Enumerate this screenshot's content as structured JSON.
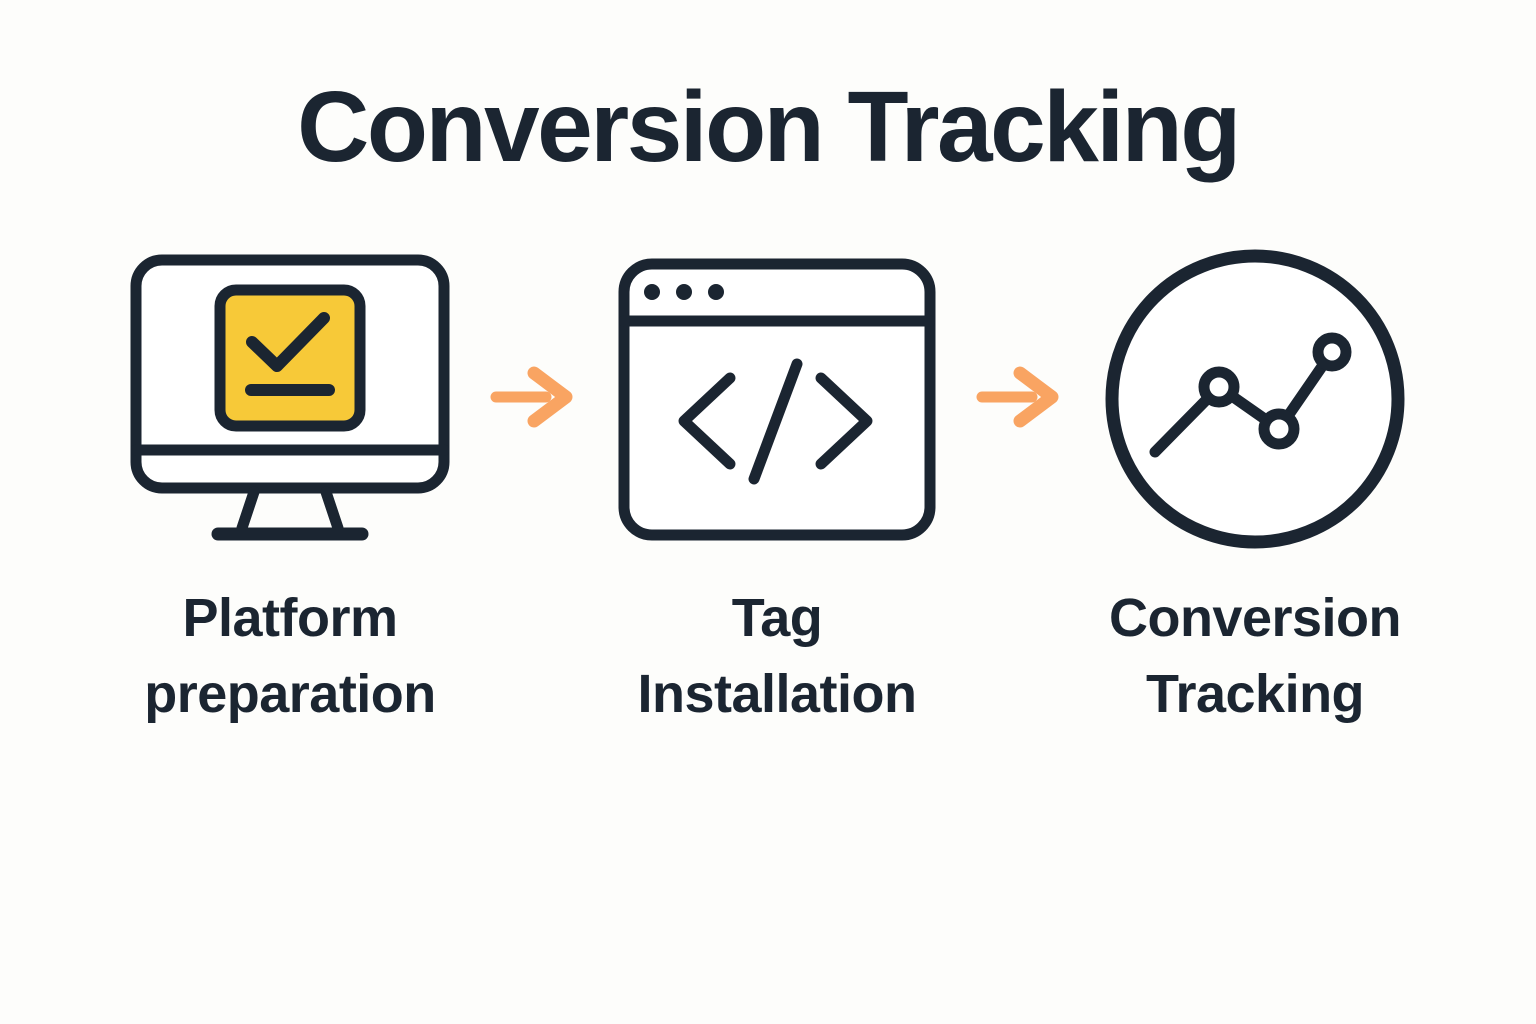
{
  "title": "Conversion Tracking",
  "colors": {
    "dark": "#1B2531",
    "yellow": "#F7C938",
    "orange": "#F9A462",
    "background": "#FDFDFB"
  },
  "steps": [
    {
      "icon": "monitor-check-icon",
      "label_line1": "Platform",
      "label_line2": "preparation"
    },
    {
      "icon": "browser-code-icon",
      "label_line1": "Tag",
      "label_line2": "Installation"
    },
    {
      "icon": "chart-line-icon",
      "label_line1": "Conversion",
      "label_line2": "Tracking"
    }
  ],
  "arrow": {
    "icon": "arrow-right-icon"
  }
}
